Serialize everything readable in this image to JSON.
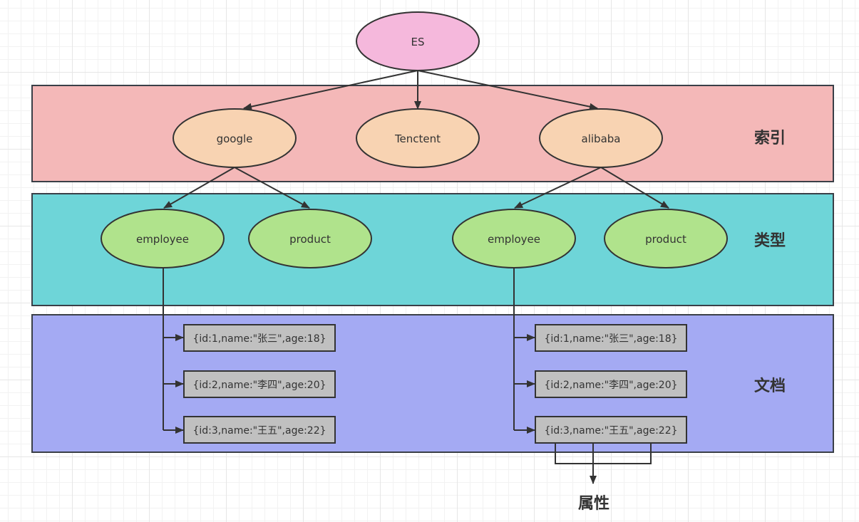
{
  "colors": {
    "root_fill": "#f5b8dc",
    "index_layer": "#f4b8b8",
    "index_node": "#f8d3b2",
    "type_layer": "#6ed5d8",
    "type_node": "#b0e38c",
    "doc_layer": "#a4aaf3",
    "doc_node": "#c0c0c0",
    "stroke": "#333333"
  },
  "root": {
    "label": "ES"
  },
  "layers": {
    "index": {
      "label": "索引"
    },
    "type": {
      "label": "类型"
    },
    "document": {
      "label": "文档"
    }
  },
  "indices": [
    {
      "label": "google"
    },
    {
      "label": "Tenctent"
    },
    {
      "label": "alibaba"
    }
  ],
  "types": [
    {
      "label": "employee",
      "parent": "google"
    },
    {
      "label": "product",
      "parent": "google"
    },
    {
      "label": "employee",
      "parent": "alibaba"
    },
    {
      "label": "product",
      "parent": "alibaba"
    }
  ],
  "documents_left": [
    {
      "label": "{id:1,name:\"张三\",age:18}"
    },
    {
      "label": "{id:2,name:\"李四\",age:20}"
    },
    {
      "label": "{id:3,name:\"王五\",age:22}"
    }
  ],
  "documents_right": [
    {
      "label": "{id:1,name:\"张三\",age:18}"
    },
    {
      "label": "{id:2,name:\"李四\",age:20}"
    },
    {
      "label": "{id:3,name:\"王五\",age:22}"
    }
  ],
  "attribute": {
    "label": "属性"
  }
}
